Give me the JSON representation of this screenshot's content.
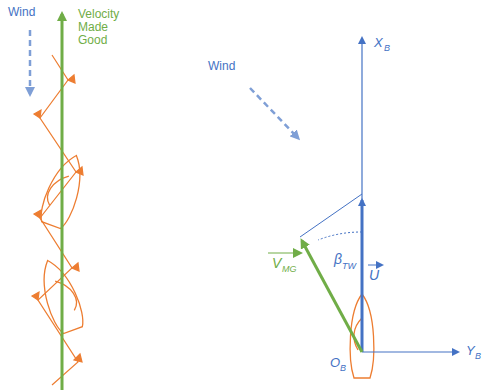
{
  "diagram": {
    "labels": [
      "Wind",
      "Velocity Made Good",
      "Wind",
      "X",
      "B",
      "Y",
      "B",
      "β",
      "TW",
      "V",
      "MG",
      "U",
      "O",
      "B"
    ]
  }
}
